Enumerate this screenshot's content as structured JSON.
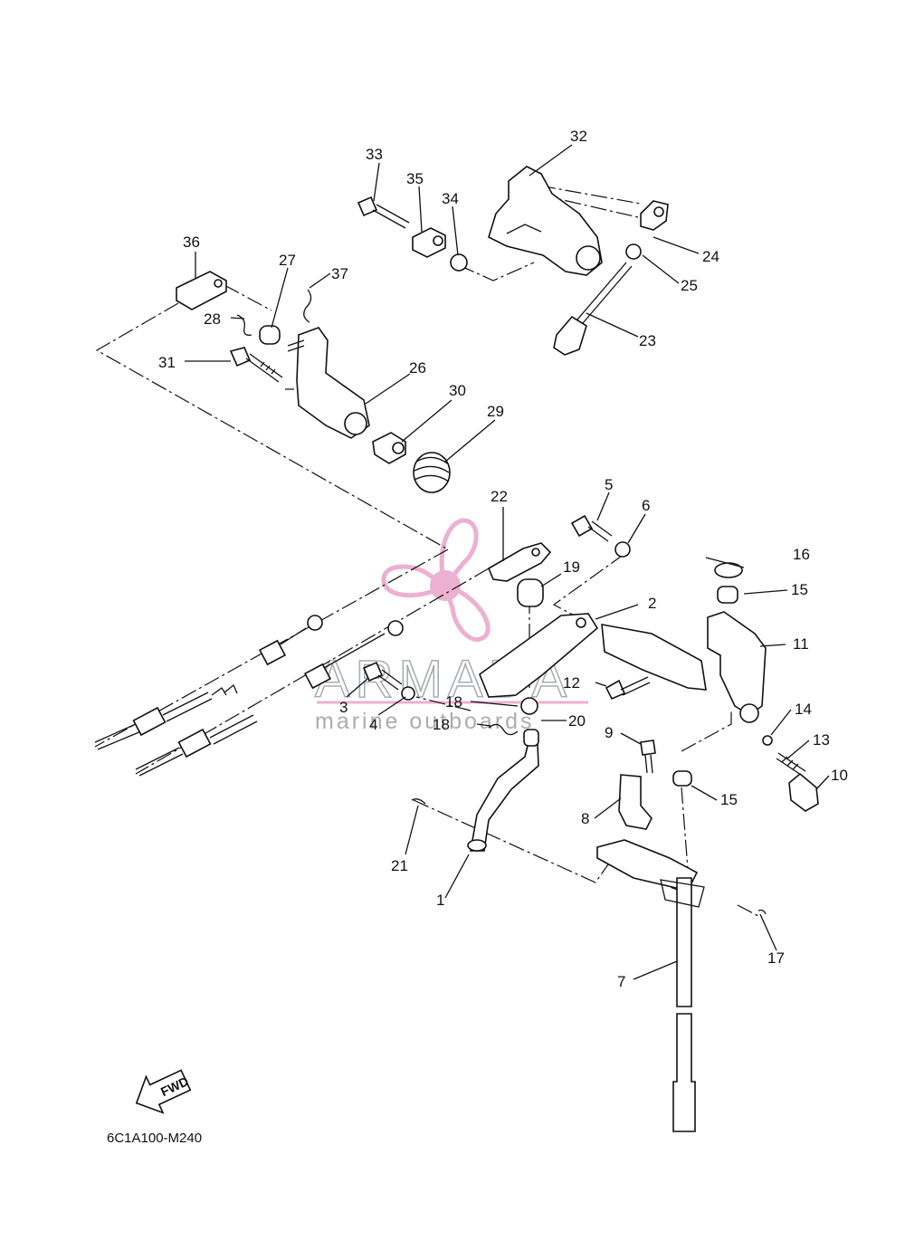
{
  "diagram_code": "6C1A100-M240",
  "fwd_label": "FWD",
  "watermark": {
    "brand": "ARMADA",
    "tagline": "marine outboards",
    "colors": {
      "pink": "#e9a3c8",
      "text": "#9aa0a6"
    }
  },
  "callouts": [
    {
      "id": "c1",
      "text": "1"
    },
    {
      "id": "c2",
      "text": "2"
    },
    {
      "id": "c3",
      "text": "3"
    },
    {
      "id": "c4",
      "text": "4"
    },
    {
      "id": "c5",
      "text": "5"
    },
    {
      "id": "c6",
      "text": "6"
    },
    {
      "id": "c7",
      "text": "7"
    },
    {
      "id": "c8",
      "text": "8"
    },
    {
      "id": "c9",
      "text": "9"
    },
    {
      "id": "c10",
      "text": "10"
    },
    {
      "id": "c11",
      "text": "11"
    },
    {
      "id": "c12",
      "text": "12"
    },
    {
      "id": "c13",
      "text": "13"
    },
    {
      "id": "c14",
      "text": "14"
    },
    {
      "id": "c15a",
      "text": "15"
    },
    {
      "id": "c15b",
      "text": "15"
    },
    {
      "id": "c16",
      "text": "16"
    },
    {
      "id": "c17",
      "text": "17"
    },
    {
      "id": "c18a",
      "text": "18"
    },
    {
      "id": "c18b",
      "text": "18"
    },
    {
      "id": "c19",
      "text": "19"
    },
    {
      "id": "c20",
      "text": "20"
    },
    {
      "id": "c21",
      "text": "21"
    },
    {
      "id": "c22",
      "text": "22"
    },
    {
      "id": "c23",
      "text": "23"
    },
    {
      "id": "c24",
      "text": "24"
    },
    {
      "id": "c25",
      "text": "25"
    },
    {
      "id": "c26",
      "text": "26"
    },
    {
      "id": "c27",
      "text": "27"
    },
    {
      "id": "c28",
      "text": "28"
    },
    {
      "id": "c29",
      "text": "29"
    },
    {
      "id": "c30",
      "text": "30"
    },
    {
      "id": "c31",
      "text": "31"
    },
    {
      "id": "c32",
      "text": "32"
    },
    {
      "id": "c33",
      "text": "33"
    },
    {
      "id": "c34",
      "text": "34"
    },
    {
      "id": "c35",
      "text": "35"
    },
    {
      "id": "c36",
      "text": "36"
    },
    {
      "id": "c37",
      "text": "37"
    }
  ]
}
